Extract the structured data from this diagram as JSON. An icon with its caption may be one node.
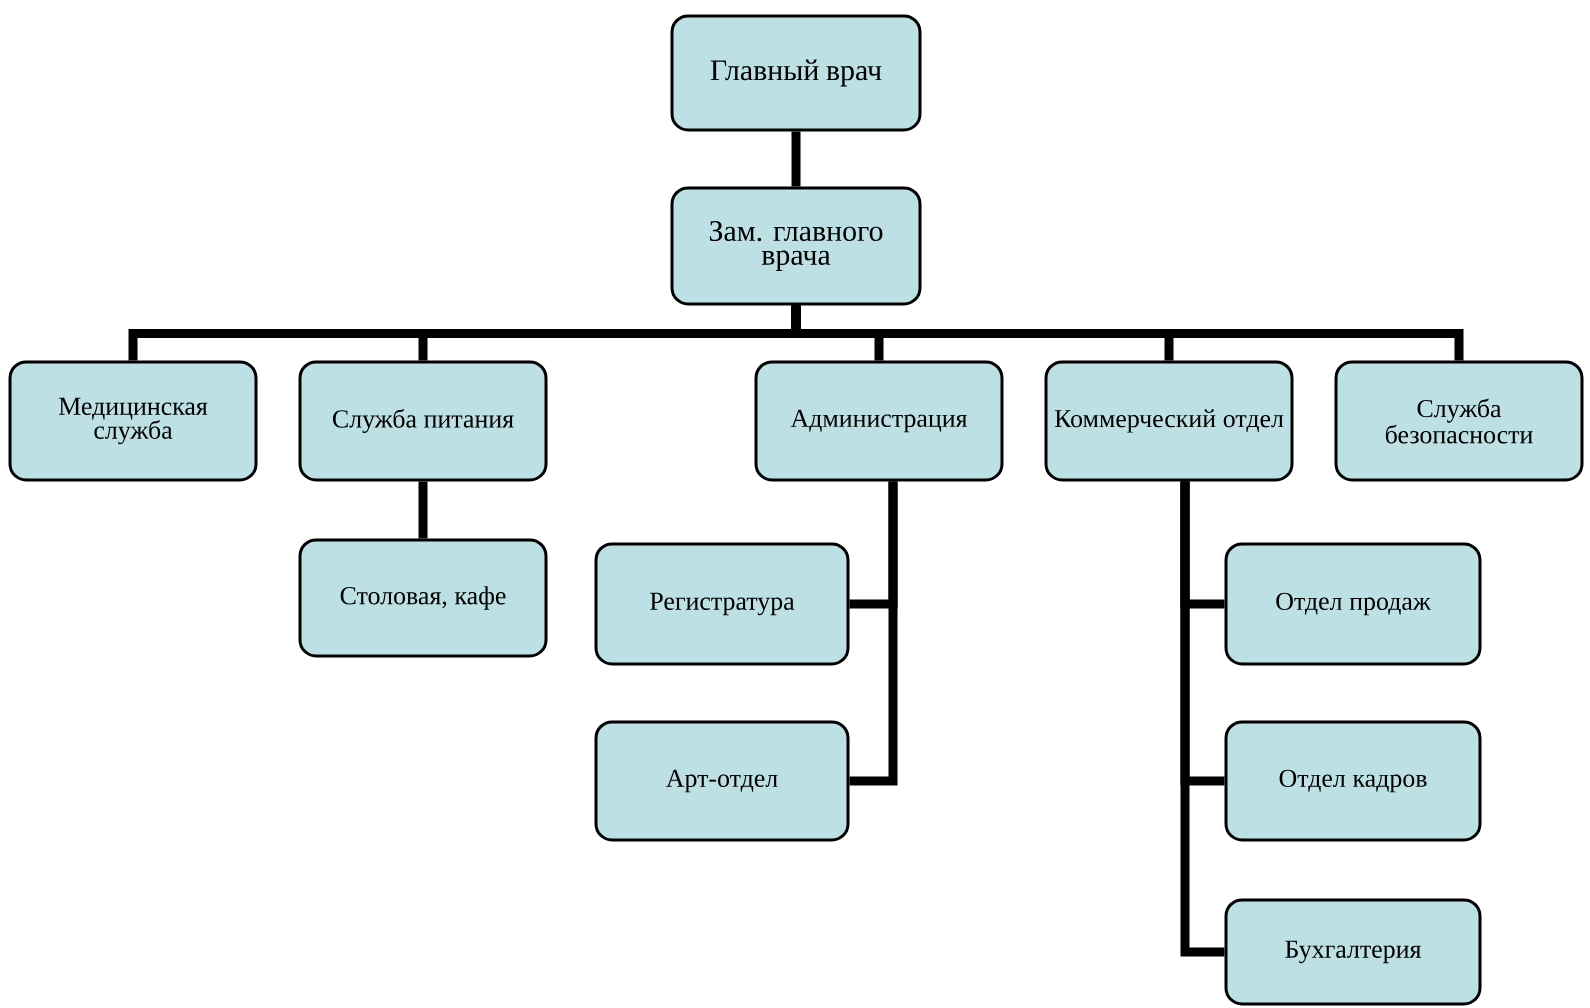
{
  "diagram": {
    "nodes": [
      {
        "text": [
          "Главный врач"
        ]
      },
      {
        "text": [
          "Зам. главного врача"
        ]
      },
      {
        "text": [
          "Медицинская служба"
        ]
      },
      {
        "text": [
          "Служба питания"
        ]
      },
      {
        "text": [
          "Администрация"
        ]
      },
      {
        "text": [
          "Коммерческий отдел"
        ]
      },
      {
        "text": [
          "Служба безопасности"
        ]
      },
      {
        "text": [
          "Столовая, кафе"
        ]
      },
      {
        "text": [
          "Регистратура"
        ]
      },
      {
        "text": [
          "Арт-отдел"
        ]
      },
      {
        "text": [
          "Отдел продаж"
        ]
      },
      {
        "text": [
          "Отдел кадров"
        ]
      },
      {
        "text": [
          "Бухгалтерия"
        ]
      }
    ],
    "edges": [
      {
        "from": 0,
        "to": 1,
        "arrow": "none"
      },
      {
        "from": 1,
        "to": 2,
        "arrow": "none"
      },
      {
        "from": 1,
        "to": 3,
        "arrow": "none"
      },
      {
        "from": 1,
        "to": 4,
        "arrow": "none"
      },
      {
        "from": 1,
        "to": 5,
        "arrow": "none"
      },
      {
        "from": 1,
        "to": 6,
        "arrow": "none"
      },
      {
        "from": 3,
        "to": 7,
        "arrow": "none"
      },
      {
        "from": 4,
        "to": 8,
        "arrow": "none"
      },
      {
        "from": 4,
        "to": 9,
        "arrow": "none"
      },
      {
        "from": 5,
        "to": 10,
        "arrow": "none"
      },
      {
        "from": 5,
        "to": 11,
        "arrow": "none"
      },
      {
        "from": 5,
        "to": 12,
        "arrow": "none"
      }
    ]
  }
}
